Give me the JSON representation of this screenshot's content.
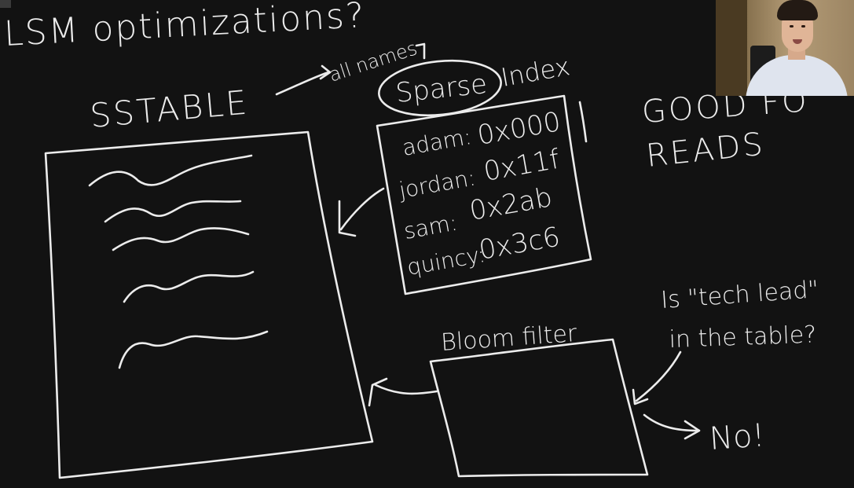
{
  "canvas": {
    "background": "#121212",
    "ink": "#ececec"
  },
  "title": "LSM optimizations?",
  "sstable": {
    "label": "SSTABLE",
    "annotation": "all names"
  },
  "sparse_index": {
    "label_circled": "Sparse",
    "label": "Index",
    "entries": [
      {
        "key": "adam:",
        "offset": "0x000"
      },
      {
        "key": "jordan:",
        "offset": "0x11f"
      },
      {
        "key": "sam:",
        "offset": "0x2ab"
      },
      {
        "key": "quincy:",
        "offset": "0x3c6"
      }
    ]
  },
  "good_for_reads": {
    "line1": "GOOD FO",
    "line2": "READS"
  },
  "bloom_filter": {
    "label": "Bloom filter",
    "question_line1": "Is \"tech lead\"",
    "question_line2": "in the table?",
    "answer": "No!"
  },
  "webcam": {
    "description": "presenter"
  }
}
